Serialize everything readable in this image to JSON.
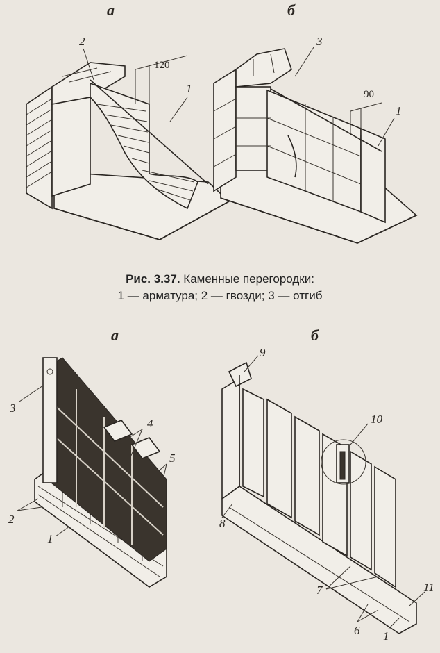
{
  "figure_top": {
    "label_a": "а",
    "label_b": "б",
    "callouts": {
      "c1_a": "1",
      "c2": "2",
      "c3": "3",
      "c1_b": "1"
    },
    "dim_a": "120",
    "dim_b": "90"
  },
  "caption": {
    "title": "Рис. 3.37.",
    "title_rest": " Каменные перегородки:",
    "line2": "1 — арматура; 2 — гвозди; 3 — отгиб"
  },
  "figure_bottom": {
    "label_a": "а",
    "label_b": "б",
    "callouts_a": {
      "c3": "3",
      "c4": "4",
      "c5": "5",
      "c2": "2",
      "c1": "1"
    },
    "callouts_b": {
      "c9": "9",
      "c10": "10",
      "c8": "8",
      "c7": "7",
      "c6": "6",
      "c1": "1",
      "c11": "11"
    }
  }
}
